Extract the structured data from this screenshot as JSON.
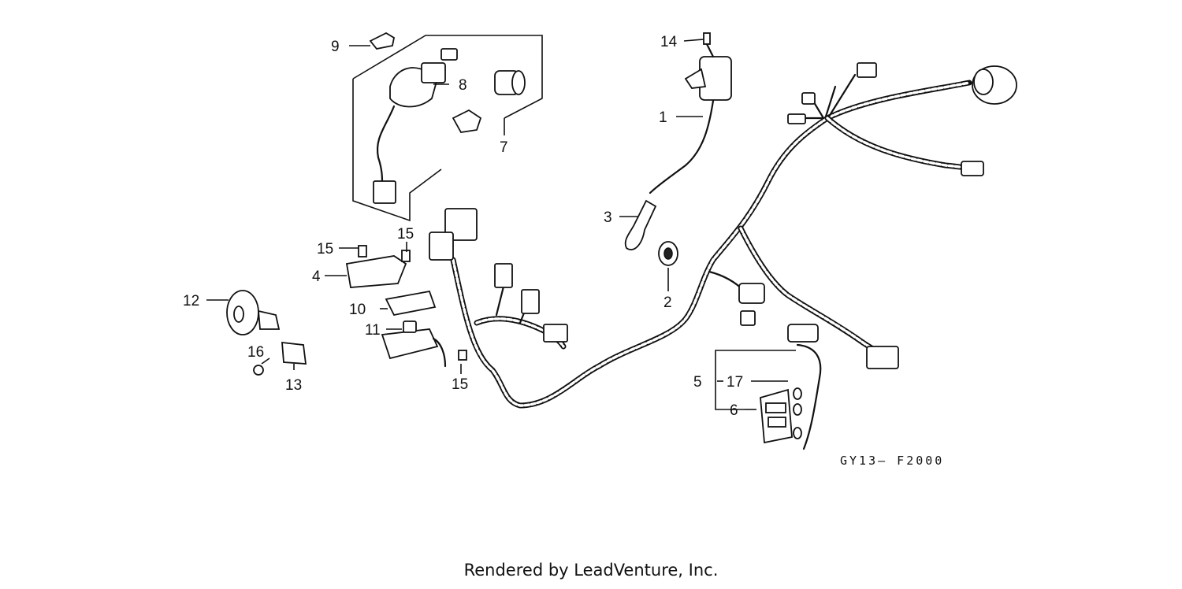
{
  "diagram": {
    "callouts": [
      {
        "id": "c1",
        "text": "1"
      },
      {
        "id": "c2",
        "text": "2"
      },
      {
        "id": "c3",
        "text": "3"
      },
      {
        "id": "c4",
        "text": "4"
      },
      {
        "id": "c5",
        "text": "5"
      },
      {
        "id": "c6",
        "text": "6"
      },
      {
        "id": "c7",
        "text": "7"
      },
      {
        "id": "c8",
        "text": "8"
      },
      {
        "id": "c9",
        "text": "9"
      },
      {
        "id": "c10",
        "text": "10"
      },
      {
        "id": "c11",
        "text": "11"
      },
      {
        "id": "c12",
        "text": "12"
      },
      {
        "id": "c13",
        "text": "13"
      },
      {
        "id": "c14",
        "text": "14"
      },
      {
        "id": "c15a",
        "text": "15"
      },
      {
        "id": "c15b",
        "text": "15"
      },
      {
        "id": "c15c",
        "text": "15"
      },
      {
        "id": "c16",
        "text": "16"
      },
      {
        "id": "c17",
        "text": "17"
      }
    ],
    "drawing_code": "GY13— F2000"
  },
  "footer": {
    "credit": "Rendered by LeadVenture, Inc."
  }
}
